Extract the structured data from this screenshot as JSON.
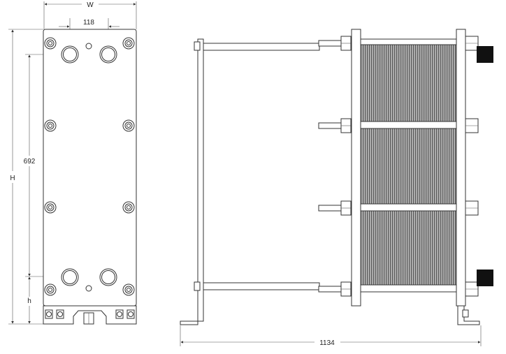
{
  "drawing": {
    "front_view": {
      "width_label": "W",
      "height_label": "H",
      "port_spacing_label": "118",
      "port_vertical_label": "692",
      "bottom_label": "h"
    },
    "side_view": {
      "length_label": "1134"
    },
    "colors": {
      "line": "#333333",
      "plate_pack": "#8c8c8c",
      "plate_edge": "#4a4a4a",
      "black_connector": "#111111"
    }
  }
}
